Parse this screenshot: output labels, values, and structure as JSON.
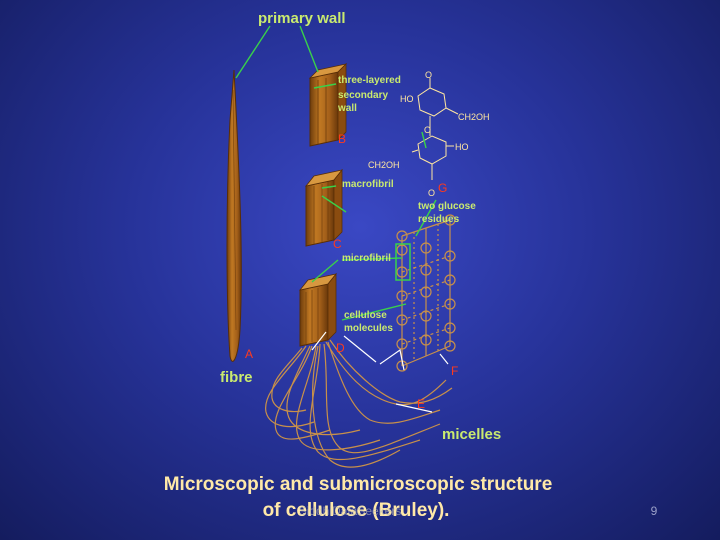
{
  "diagram": {
    "labels": {
      "primary_wall": "primary wall",
      "secondary_wall_1": "three-layered",
      "secondary_wall_2": "secondary",
      "secondary_wall_3": "wall",
      "macrofibril": "macrofibril",
      "microfibril": "microfibril",
      "cellulose_1": "cellulose",
      "cellulose_2": "molecules",
      "glucose_1": "two glucose",
      "glucose_2": "residues",
      "fibre": "fibre",
      "micelles": "micelles"
    },
    "letters": {
      "a": "A",
      "b": "B",
      "c": "C",
      "d": "D",
      "e": "E",
      "f": "F",
      "g": "G"
    },
    "chem": {
      "o_top": "O",
      "ho_1": "HO",
      "ch2oh_1": "CH2OH",
      "o_mid": "O",
      "ho_2": "HO",
      "ch2oh_2": "CH2OH",
      "o_bottom": "O"
    }
  },
  "caption": {
    "line1": "Microscopic and submicroscopic structure",
    "line2": "of cellulose (Bruley)."
  },
  "watermark": "SiddhiDataSeekers",
  "page_number": "9",
  "colors": {
    "label": "#c9ea6f",
    "letter": "#ff3a1c",
    "wood": "#b06a1c",
    "caption": "#ffe9a8"
  }
}
